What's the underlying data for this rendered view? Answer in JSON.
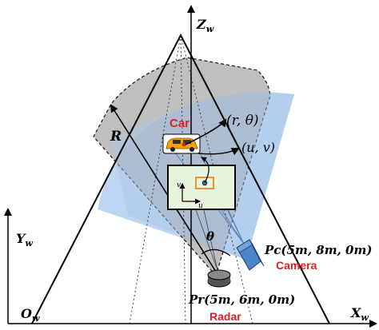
{
  "axes": {
    "z": "Z",
    "z_sub": "w",
    "y": "Y",
    "y_sub": "w",
    "x": "X",
    "x_sub": "w",
    "origin": "O",
    "origin_sub": "w"
  },
  "labels": {
    "range": "R",
    "angle": "θ",
    "car": "Car",
    "camera": "Camera",
    "radar": "Radar",
    "radar_measure": "(r, θ)",
    "pixel_coords": "(u, v)",
    "u_axis": "u",
    "v_axis": "v",
    "camera_position": "Pc(5m, 8m, 0m)",
    "radar_position": "Pr(5m, 6m, 0m)"
  },
  "colors": {
    "car_label": "#e02020",
    "sensor_label": "#e02020",
    "camera_fov": "#a8c8ec",
    "radar_fov": "#bdbdbd",
    "camera_body": "#4a86c8",
    "car_body": "#f5a300",
    "image_plane": "#e8f4dc"
  }
}
